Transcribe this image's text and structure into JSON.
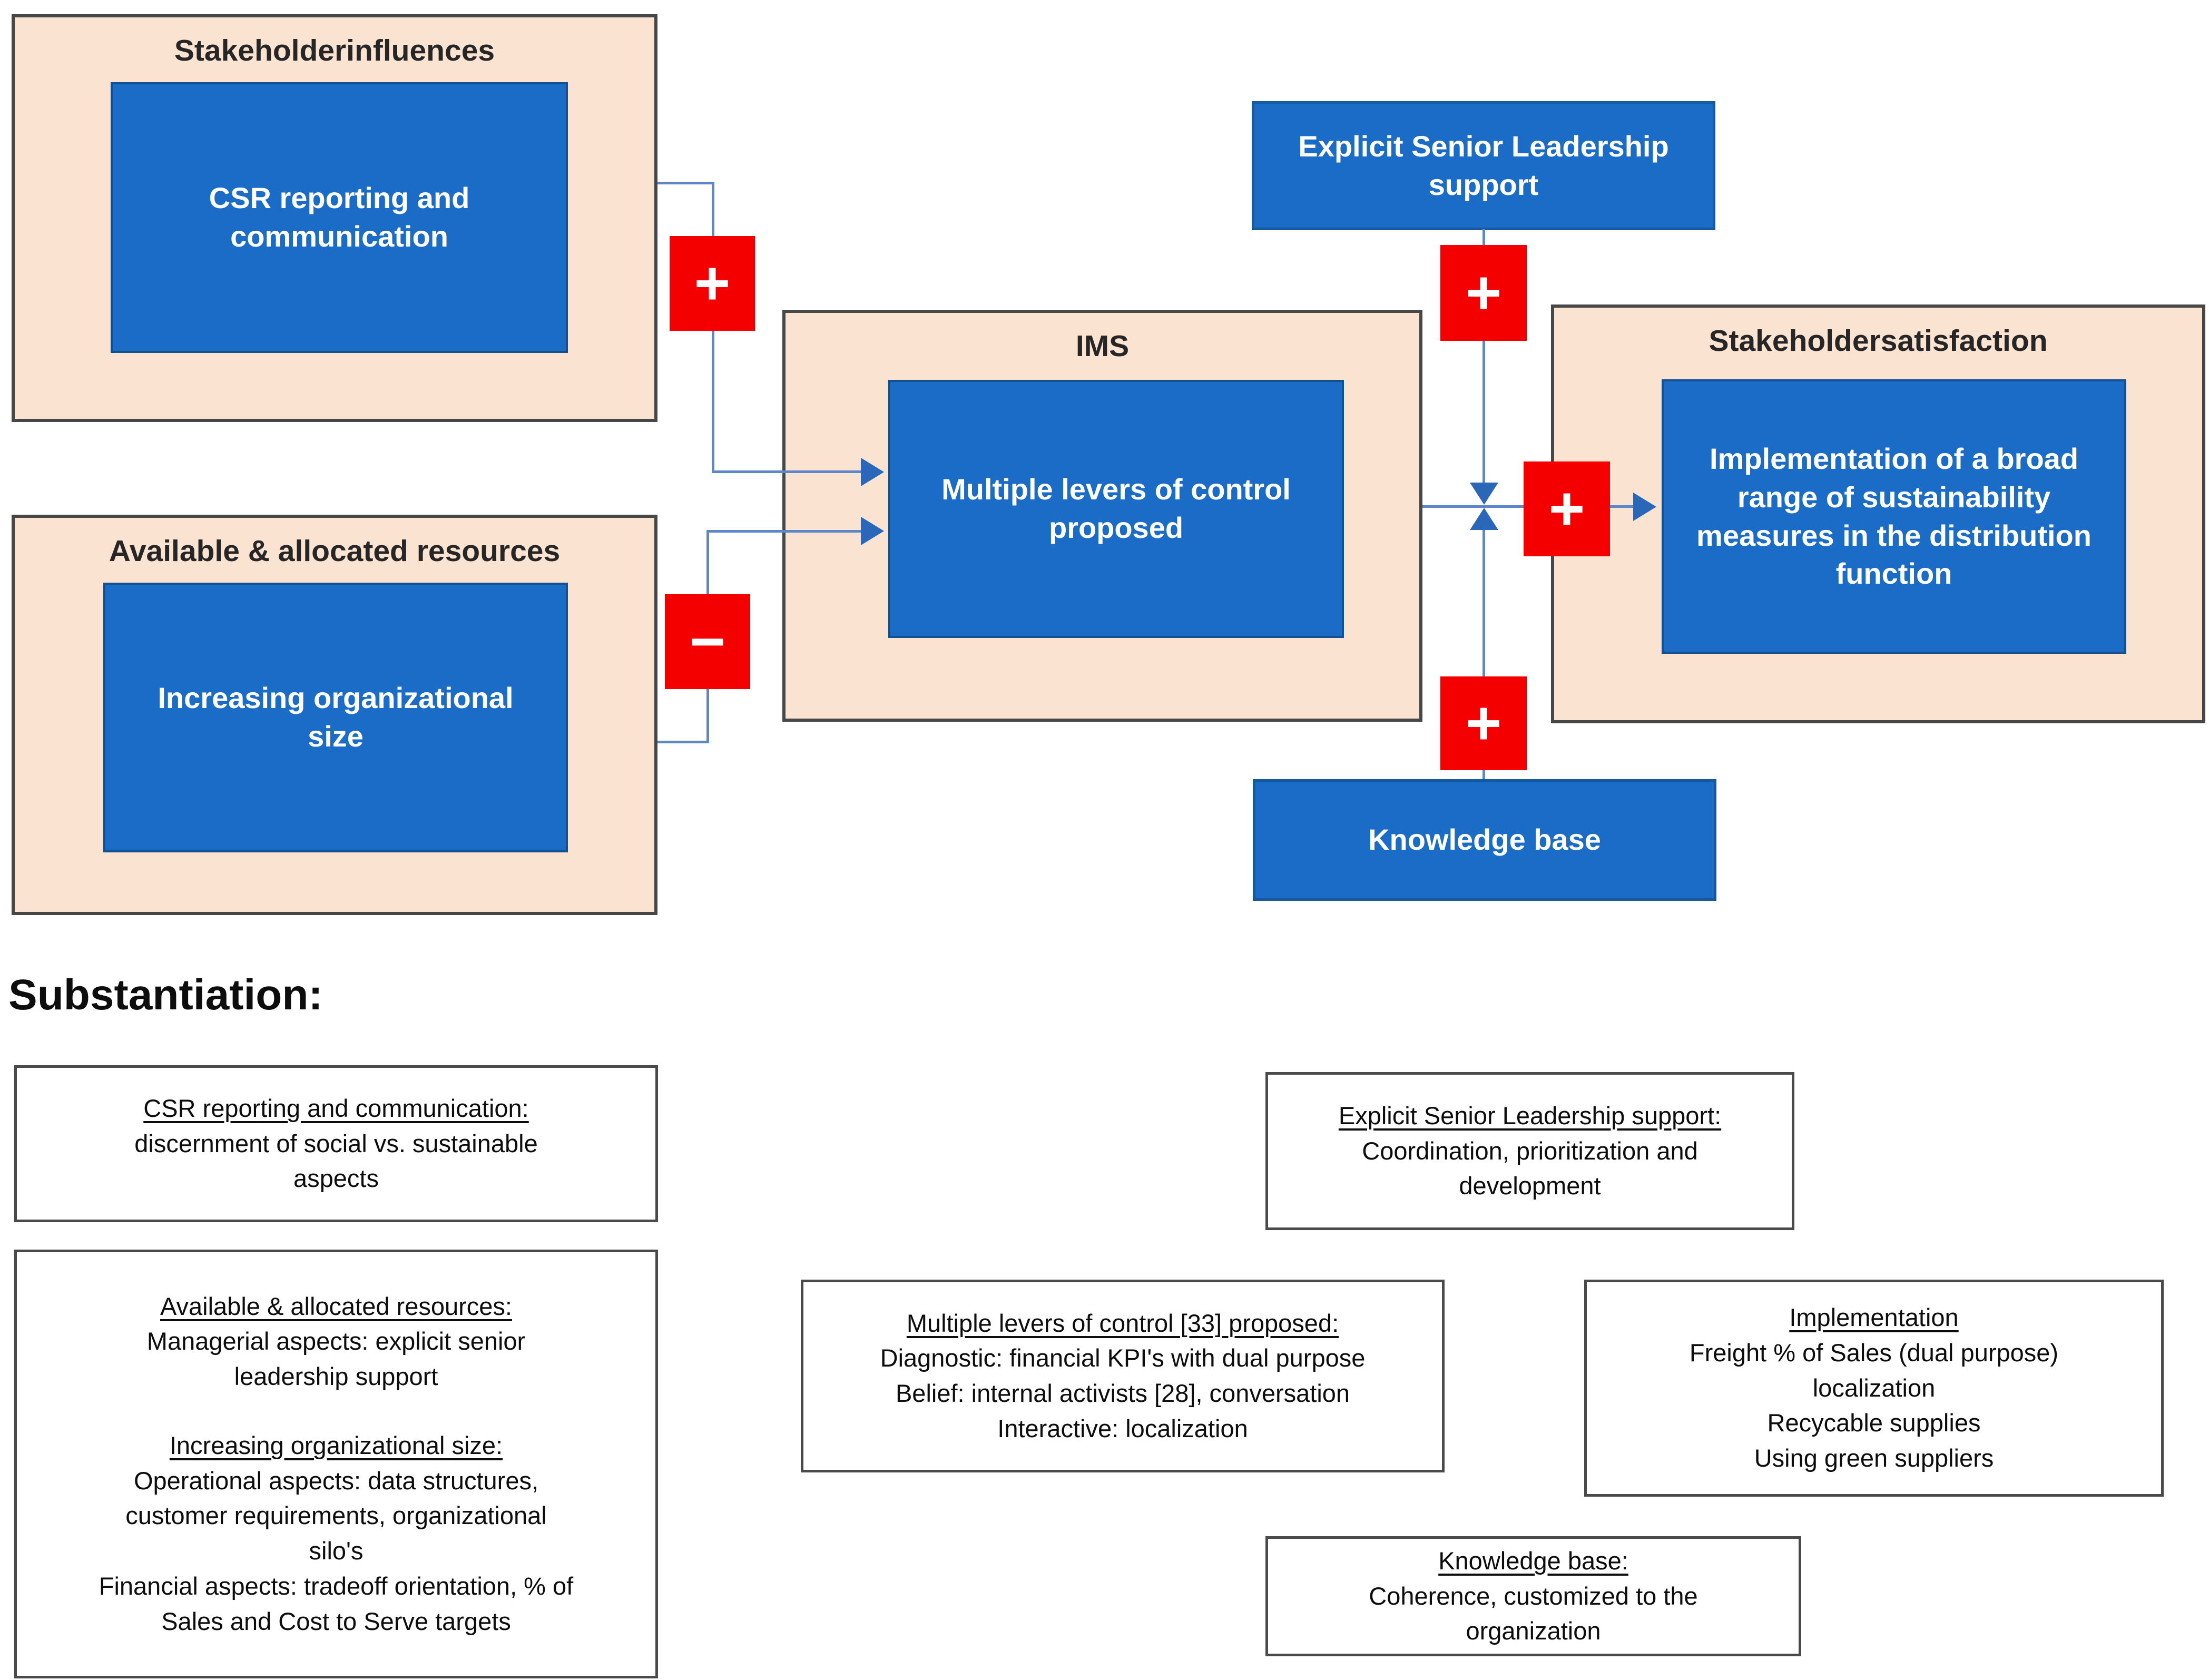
{
  "colors": {
    "peach_fill": "#FBE3D1",
    "peach_border": "#474747",
    "blue_fill": "#1A6CC7",
    "blue_border": "#12508F",
    "red_sign": "#F40000",
    "connector_line": "#5E87C9",
    "arrowhead": "#2A67B8"
  },
  "diagram": {
    "stakeholder_influences": {
      "title": "Stakeholderinfluences",
      "inner": "CSR reporting  and communication"
    },
    "available_resources": {
      "title": "Available & allocated resources",
      "inner": "Increasing organizational size"
    },
    "ims": {
      "title": "IMS",
      "inner": "Multiple  levers of control proposed"
    },
    "stakeholder_satisfaction": {
      "title": "Stakeholdersatisfaction",
      "inner": "Implementation of a broad range of sustainability measures in the distribution function"
    },
    "explicit_senior_leadership": "Explicit Senior Leadership support",
    "knowledge_base": "Knowledge base",
    "signs": {
      "csr_to_ims": "+",
      "size_to_ims": "−",
      "esl_to_outcome": "+",
      "kb_to_outcome": "+",
      "ims_to_satisfaction": "+"
    }
  },
  "substantiation": {
    "heading": "Substantiation:",
    "csr": {
      "heading": "CSR reporting and communication:",
      "lines": [
        "discernment of social vs. sustainable",
        "aspects"
      ]
    },
    "available": {
      "heading1": "Available & allocated resources:",
      "lines1": [
        "Managerial aspects: explicit senior",
        "leadership support"
      ],
      "heading2": "Increasing organizational size:",
      "lines2": [
        "Operational aspects: data structures,",
        "customer requirements,  organizational",
        "silo's",
        "Financial aspects: tradeoff orientation, % of",
        "Sales and Cost to Serve targets"
      ]
    },
    "levers": {
      "heading": "Multiple levers of control [33] proposed:",
      "lines": [
        "Diagnostic: financial KPI's with dual purpose",
        "Belief: internal activists [28], conversation",
        "Interactive: localization"
      ]
    },
    "esl": {
      "heading": "Explicit Senior Leadership support:",
      "lines": [
        "Coordination, prioritization and",
        "development"
      ]
    },
    "implementation": {
      "heading": "Implementation",
      "lines": [
        "Freight % of Sales (dual purpose)",
        "localization",
        "Recycable supplies",
        "Using green suppliers"
      ]
    },
    "kb": {
      "heading": "Knowledge base:",
      "lines": [
        "Coherence, customized to the",
        "organization"
      ]
    }
  }
}
